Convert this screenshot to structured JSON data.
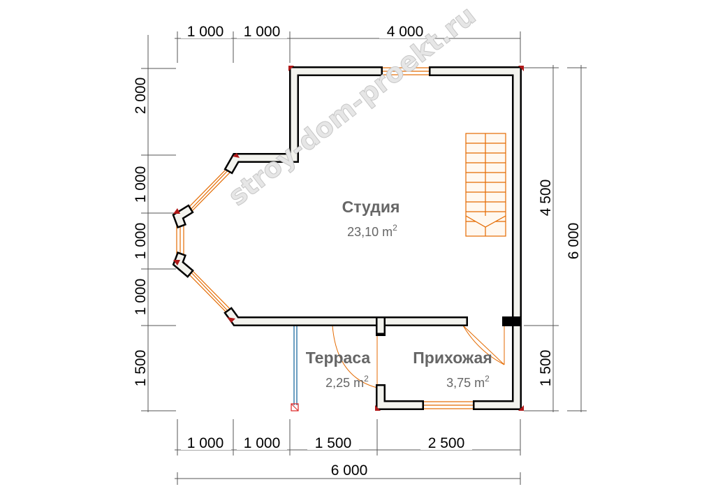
{
  "watermark": "stroy-dom-proekt.ru",
  "rooms": [
    {
      "name": "Студия",
      "area": "23,10 m",
      "sup": "2"
    },
    {
      "name": "Терраса",
      "area": "2,25 m",
      "sup": "2"
    },
    {
      "name": "Прихожая",
      "area": "3,75 m",
      "sup": "2"
    }
  ],
  "dimensions": {
    "top": [
      "1 000",
      "1 000",
      "4 000"
    ],
    "left": [
      "2 000",
      "1 000",
      "1 000",
      "1 000",
      "1 500"
    ],
    "right_inner": [
      "4 500",
      "1 500"
    ],
    "right_total": "6 000",
    "bottom": [
      "1 000",
      "1 000",
      "1 500",
      "2 500"
    ],
    "bottom_total": "6 000"
  },
  "colors": {
    "wall": "#000000",
    "window": "#e46a00",
    "corner": "#b01818",
    "text": "#666666",
    "railing": "#3a7fae"
  }
}
